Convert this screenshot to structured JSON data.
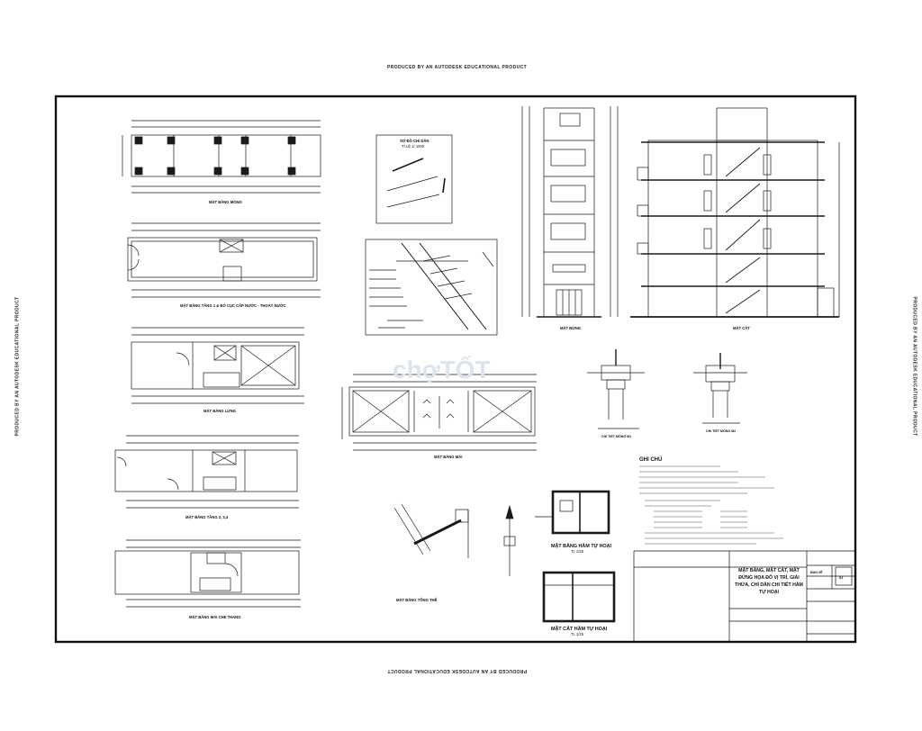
{
  "watermark": "PRODUCED BY AN AUTODESK EDUCATIONAL PRODUCT",
  "plans": {
    "foundation": "MẶT BẰNG MÓNG",
    "ground_floor": "MẶT BẰNG TẦNG 1 & BỐ CỤC CẤP NƯỚC - THOÁT NƯỚC",
    "mezzanine": "MẶT BẰNG LỬNG",
    "floors_2_3": "MẶT BẰNG TẦNG 2, 3,4",
    "stair_roof": "MẶT BẰNG MÁI CHE THANG",
    "roof": "MẶT BẰNG MÁI",
    "site": "MẶT BẰNG TỔNG THỂ"
  },
  "site_map": {
    "title": "SƠ ĐỒ CHỈ DẪN",
    "scale": "TỈ LỆ 1/ 1000"
  },
  "elevations": {
    "front": "MẶT ĐỨNG",
    "section": "MẶT CẮT"
  },
  "details": {
    "left": "CHI TIẾT MÓNG M1",
    "right": "CHI TIẾT MÓNG M2"
  },
  "septic": {
    "plan": "MẶT BẰNG HẦM TỰ HOẠI",
    "section": "MẶT CẮT HẦM TỰ HOẠI",
    "scale": "TL 1/25"
  },
  "notes_title": "GHI CHÚ",
  "title_block": {
    "main_title": "MẶT BẰNG, MẶT CẮT, MẶT ĐỨNG HỌA ĐỒ VỊ TRÍ, GIẢI THỬA, CHỈ DẪN CHI TIẾT HẦM TỰ HOẠI",
    "sheet_label": "BẢN VẼ",
    "sheet_number": "01"
  },
  "watermark_logo": "chợTỐT",
  "colors": {
    "ink": "#1a1a1a",
    "paper": "#ffffff",
    "watermark_logo": "#dde4ec"
  }
}
